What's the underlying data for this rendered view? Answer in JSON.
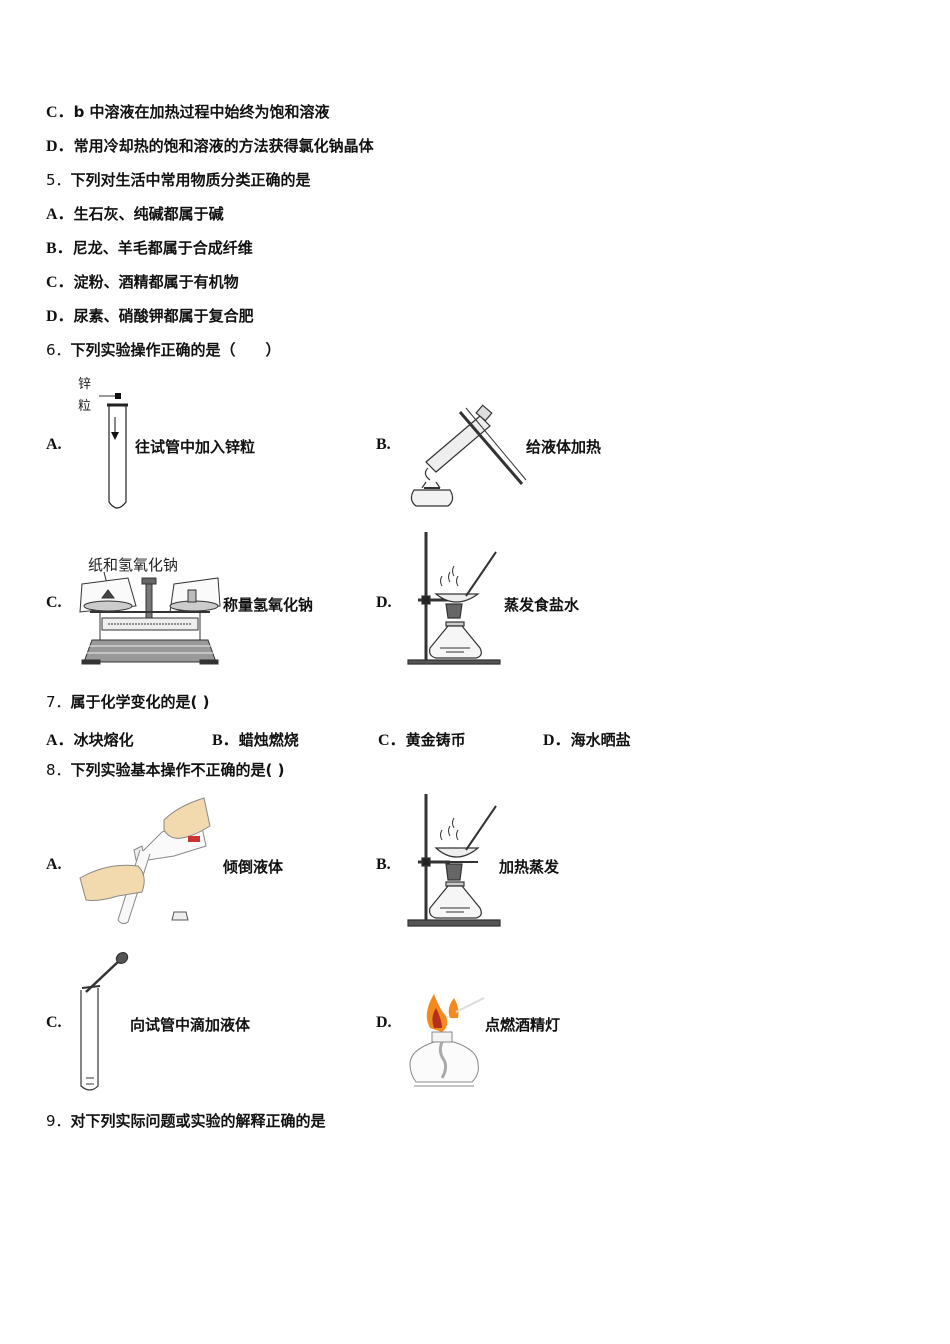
{
  "q4_tail": {
    "options": [
      {
        "letter": "C．",
        "text": "b 中溶液在加热过程中始终为饱和溶液"
      },
      {
        "letter": "D．",
        "text": "常用冷却热的饱和溶液的方法获得氯化钠晶体"
      }
    ]
  },
  "q5": {
    "number": "5．",
    "stem": "下列对生活中常用物质分类正确的是",
    "options": [
      {
        "letter": "A．",
        "text": "生石灰、纯碱都属于碱"
      },
      {
        "letter": "B．",
        "text": "尼龙、羊毛都属于合成纤维"
      },
      {
        "letter": "C．",
        "text": "淀粉、酒精都属于有机物"
      },
      {
        "letter": "D．",
        "text": "尿素、硝酸钾都属于复合肥"
      }
    ]
  },
  "q6": {
    "number": "6．",
    "stem": "下列实验操作正确的是（　　）",
    "options": [
      {
        "letter": "A.",
        "caption": "往试管中加入锌粒",
        "figure": "test-tube-zinc-figure",
        "figure_label": [
          "锌",
          "粒"
        ]
      },
      {
        "letter": "B.",
        "caption": "给液体加热",
        "figure": "heating-liquid-figure"
      },
      {
        "letter": "C.",
        "caption": "称量氢氧化钠",
        "figure": "balance-figure",
        "figure_label": "纸和氢氧化钠"
      },
      {
        "letter": "D.",
        "caption": "蒸发食盐水",
        "figure": "evaporation-figure"
      }
    ]
  },
  "q7": {
    "number": "7．",
    "stem": "属于化学变化的是( )",
    "options": [
      {
        "letter": "A．",
        "text": "冰块熔化"
      },
      {
        "letter": "B．",
        "text": "蜡烛燃烧"
      },
      {
        "letter": "C．",
        "text": "黄金铸币"
      },
      {
        "letter": "D．",
        "text": "海水晒盐"
      }
    ]
  },
  "q8": {
    "number": "8．",
    "stem": "下列实验基本操作不正确的是( )",
    "options": [
      {
        "letter": "A.",
        "caption": "倾倒液体",
        "figure": "pouring-liquid-figure"
      },
      {
        "letter": "B.",
        "caption": "加热蒸发",
        "figure": "heating-evaporation-figure"
      },
      {
        "letter": "C.",
        "caption": "向试管中滴加液体",
        "figure": "dropper-figure"
      },
      {
        "letter": "D.",
        "caption": "点燃酒精灯",
        "figure": "alcohol-lamp-figure"
      }
    ]
  },
  "q9": {
    "number": "9．",
    "stem": "对下列实际问题或实验的解释正确的是"
  },
  "colors": {
    "text": "#111111",
    "skin": "#f3d9ae",
    "flame_outer": "#f28a1e",
    "flame_inner": "#b5301a"
  }
}
